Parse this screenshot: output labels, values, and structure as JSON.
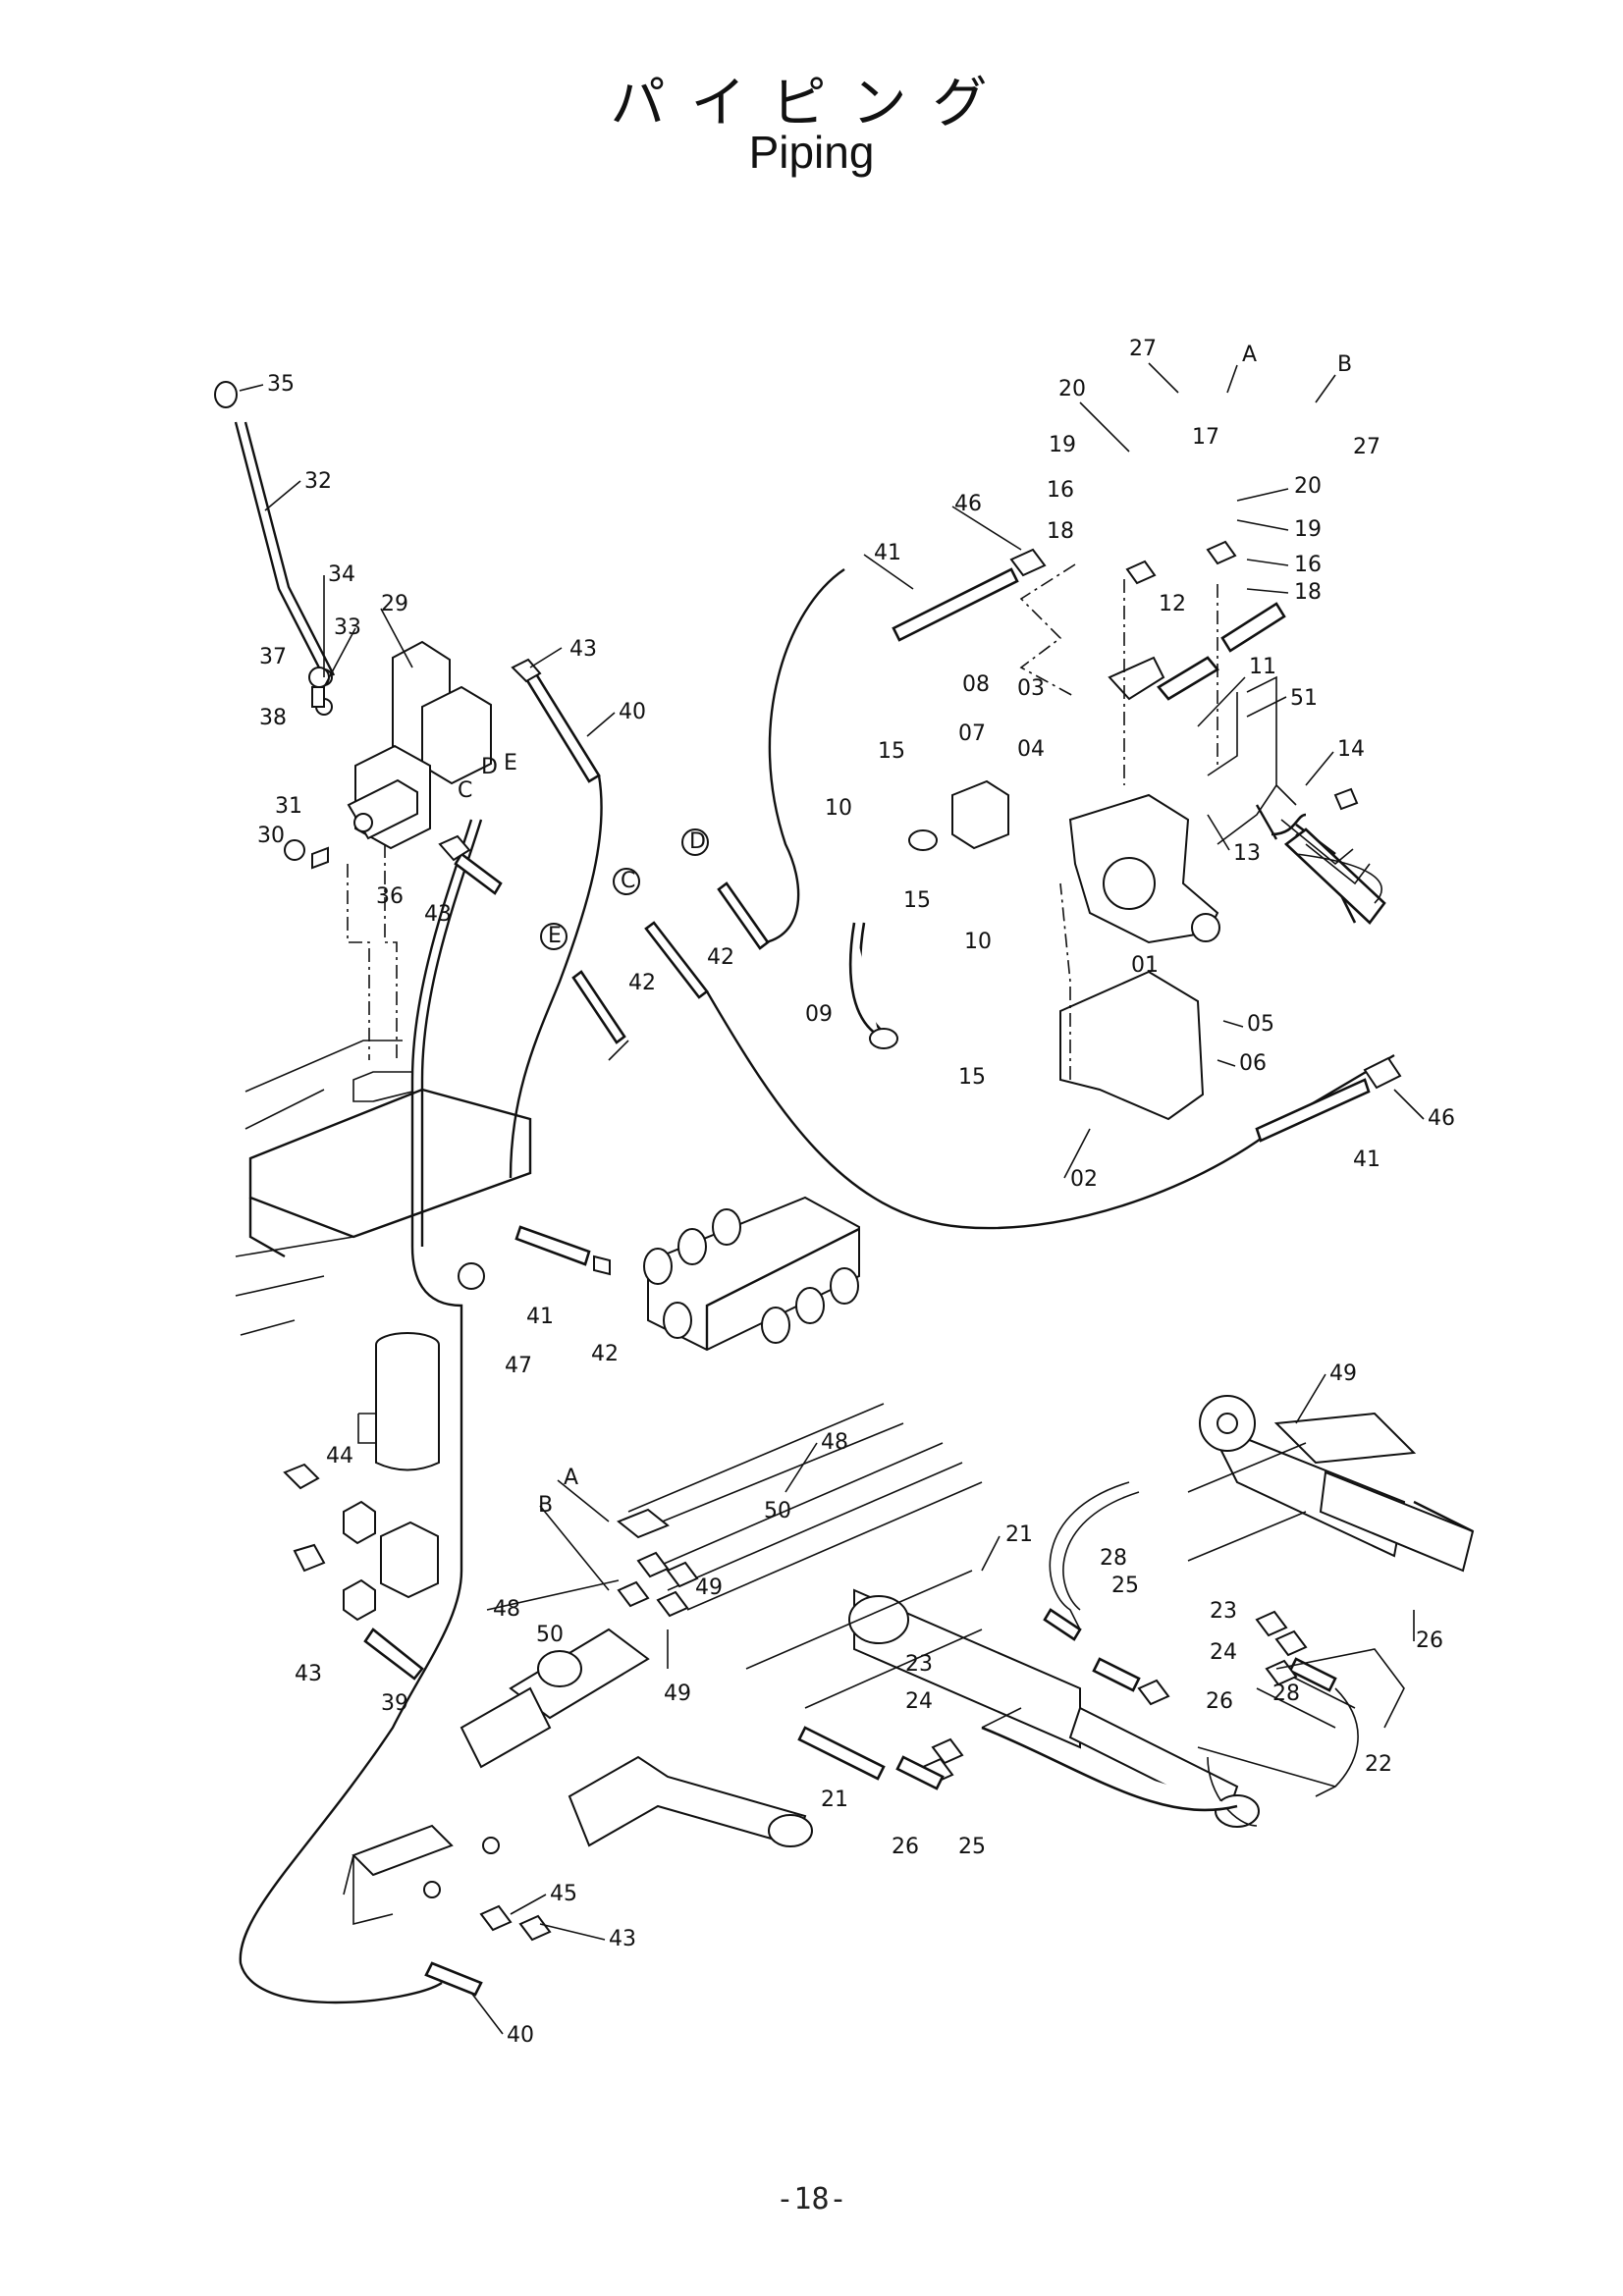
{
  "title": {
    "japanese": "パイピング",
    "english": "Piping"
  },
  "page_number": "-18-",
  "callouts": [
    "35",
    "32",
    "34",
    "33",
    "29",
    "37",
    "38",
    "31",
    "30",
    "36",
    "43",
    "40",
    "E",
    "D",
    "C",
    "42",
    "41",
    "46",
    "27",
    "A",
    "B",
    "20",
    "19",
    "17",
    "16",
    "18",
    "12",
    "11",
    "51",
    "14",
    "13",
    "08",
    "03",
    "07",
    "04",
    "15",
    "10",
    "09",
    "01",
    "05",
    "06",
    "02",
    "47",
    "44",
    "39",
    "48",
    "50",
    "49",
    "21",
    "22",
    "28",
    "25",
    "23",
    "24",
    "26",
    "45"
  ]
}
